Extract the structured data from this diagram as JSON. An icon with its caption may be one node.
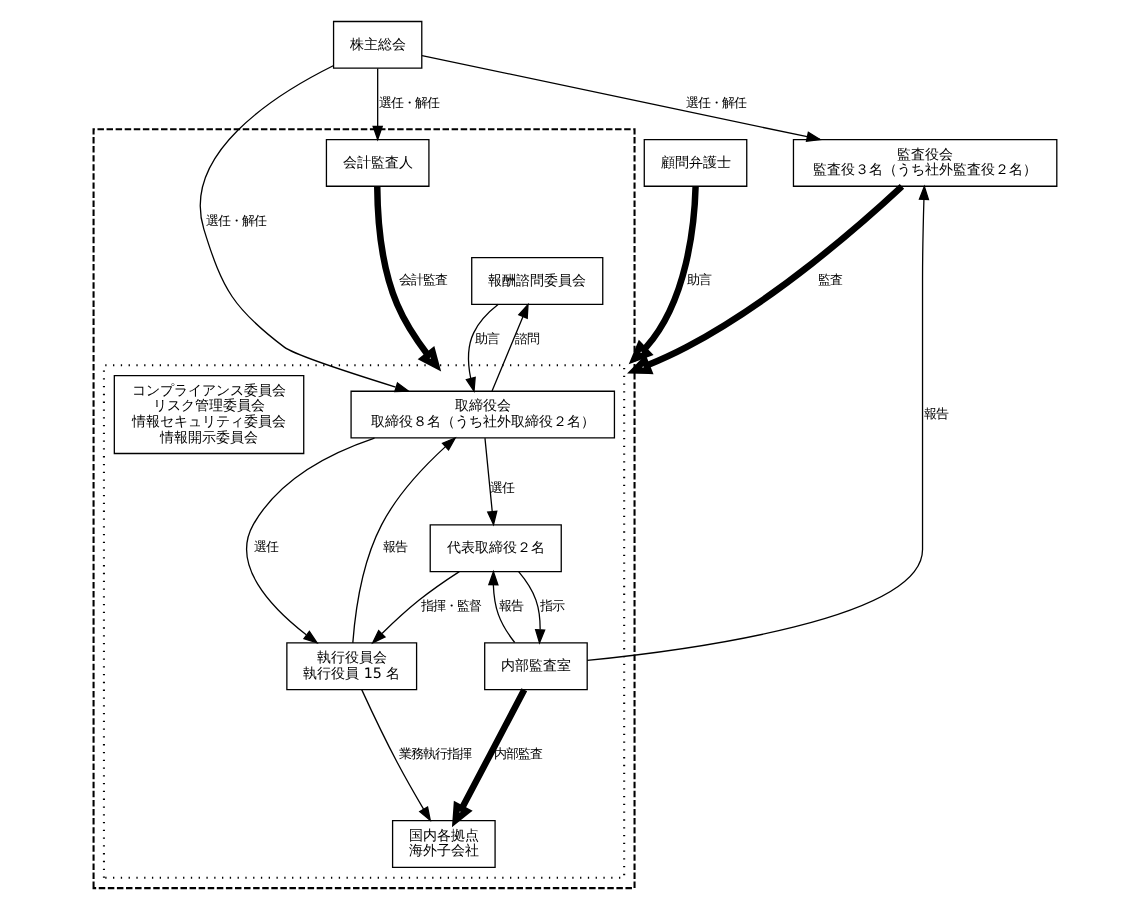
{
  "diagram": {
    "nodes": [
      {
        "text": [
          "株主総会"
        ]
      },
      {
        "text": [],
        "shape": "box"
      },
      {
        "text": [],
        "shape": "box",
        "in": 1
      },
      {
        "text": [
          "監査役会",
          "監査役３名（うち社外監査役２名）"
        ]
      },
      {
        "text": [
          "取締役会",
          "取締役８名（うち社外取締役２名）"
        ],
        "in": 2
      },
      {
        "text": [
          "報酬諮問委員会"
        ],
        "in": 1
      },
      {
        "text": [
          "会計監査人"
        ],
        "in": 1
      },
      {
        "text": [
          "代表取締役２名"
        ],
        "in": 2
      },
      {
        "text": [
          "執行役員会",
          "執行役員 15 名"
        ],
        "in": 2
      },
      {
        "text": [
          "内部監査室"
        ],
        "in": 2
      },
      {
        "text": [
          "国内各拠点",
          "海外子会社"
        ],
        "in": 2
      },
      {
        "text": [
          "コンプライアンス委員会",
          "リスク管理委員会",
          "情報セキュリティ委員会",
          "情報開示委員会"
        ],
        "in": 2
      },
      {
        "text": [
          "顧問弁護士"
        ]
      }
    ],
    "edges": [
      {
        "from": 0,
        "to": 3,
        "arrow": "to",
        "label": "選任・解任"
      },
      {
        "from": 0,
        "to": 4,
        "arrow": "to",
        "label": "選任・解任"
      },
      {
        "from": 0,
        "to": 6,
        "arrow": "to",
        "label": "選任・解任"
      },
      {
        "from": 3,
        "to": 1,
        "arrow": "to",
        "label": "監査",
        "style": "thick"
      },
      {
        "from": 4,
        "to": 5,
        "arrow": "to",
        "label": "諮問"
      },
      {
        "from": 5,
        "to": 4,
        "arrow": "to",
        "label": "助言"
      },
      {
        "from": 4,
        "to": 7,
        "arrow": "to",
        "label": "選任"
      },
      {
        "from": 4,
        "to": 8,
        "arrow": "to",
        "label": "選任"
      },
      {
        "from": 8,
        "to": 4,
        "arrow": "to",
        "label": "報告"
      },
      {
        "from": 7,
        "to": 9,
        "arrow": "to",
        "label": "指示"
      },
      {
        "from": 9,
        "to": 7,
        "arrow": "to",
        "label": "報告"
      },
      {
        "from": 7,
        "to": 8,
        "arrow": "to",
        "label": "指揮・監督"
      },
      {
        "from": 9,
        "to": 3,
        "arrow": "to",
        "label": "報告"
      },
      {
        "from": 8,
        "to": 10,
        "arrow": "to",
        "label": "業務執行指揮"
      },
      {
        "from": 9,
        "to": 10,
        "arrow": "to",
        "label": "内部監査",
        "style": "thick"
      },
      {
        "from": 6,
        "to": 2,
        "arrow": "to",
        "label": "会計監査",
        "style": "thick"
      },
      {
        "from": 12,
        "to": 1,
        "arrow": "to",
        "label": "助言",
        "style": "thick"
      }
    ]
  }
}
